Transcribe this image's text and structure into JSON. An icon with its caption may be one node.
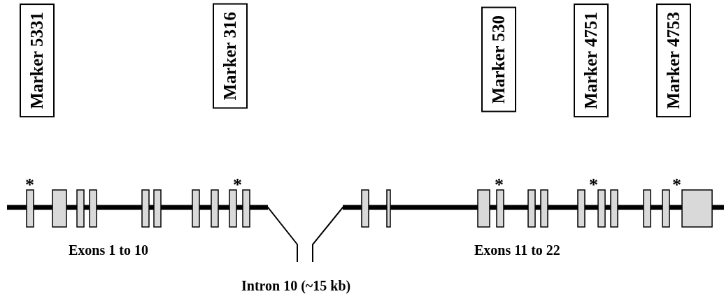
{
  "diagram": {
    "nodes": [
      {
        "text": [
          "Marker 5331"
        ]
      },
      {
        "text": [
          "Marker 316"
        ]
      },
      {
        "text": [
          "Marker 530"
        ]
      },
      {
        "text": [
          "Marker 4751"
        ]
      },
      {
        "text": [
          "Marker 4753"
        ]
      }
    ],
    "labels": [
      "*",
      "*",
      "*",
      "*",
      "*",
      "Exons 1 to 10",
      "Exons 11 to 22",
      "Intron 10 (~15 kb)"
    ]
  }
}
